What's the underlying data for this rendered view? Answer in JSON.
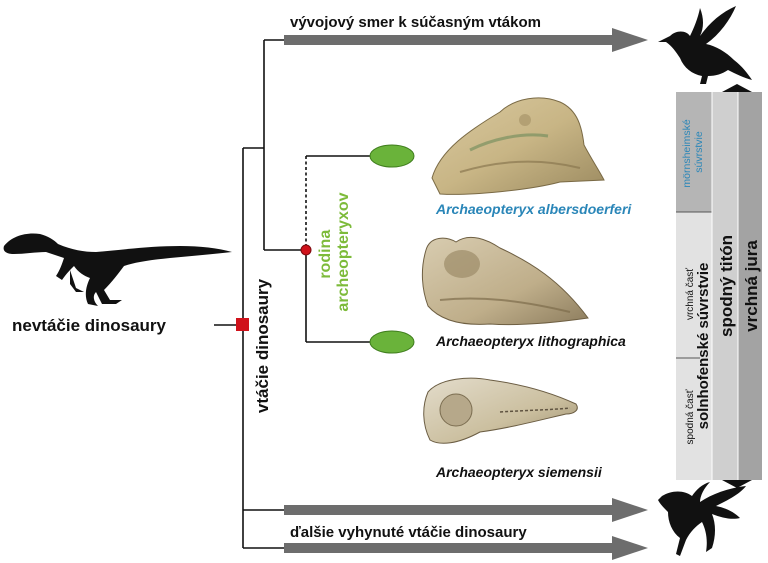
{
  "labels": {
    "non_avian": "nevtáčie dinosaury",
    "avian": "vtáčie dinosaury",
    "family_line1": "rodina",
    "family_line2": "archeopteryxov",
    "modern_birds": "vývojový smer k súčasným vtákom",
    "extinct_birds": "ďalšie vyhynuté vtáčie dinosaury"
  },
  "species": [
    {
      "name": "Archaeopteryx albersdoerferi",
      "color": "#2a86b8"
    },
    {
      "name": "Archaeopteryx lithographica",
      "color": "#111111"
    },
    {
      "name": "Archaeopteryx siemensii",
      "color": "#111111"
    }
  ],
  "strata": {
    "moernsheim_line1": "mörnsheimské",
    "moernsheim_line2": "súvrstvie",
    "upper_part": "vrchná časť",
    "lower_part": "spodná časť",
    "solnhofen": "solnhofenské súvrstvie",
    "tithonian": "spodný titón",
    "jurassic": "vrchná jura"
  },
  "colors": {
    "family_green": "#7dbb3a",
    "node_red": "#d0121b",
    "oval_green": "#6ab33a",
    "arrow_gray": "#6d6d6d",
    "moernsheim_blue": "#2a86b8",
    "strata_gray": "#b5b5b5",
    "strata_light": "#e2e2e2"
  },
  "icons": [
    "dinosaur-silhouette-icon",
    "bird-silhouette-icon",
    "archaeopteryx-silhouette-icon",
    "skull-fossil-image"
  ]
}
